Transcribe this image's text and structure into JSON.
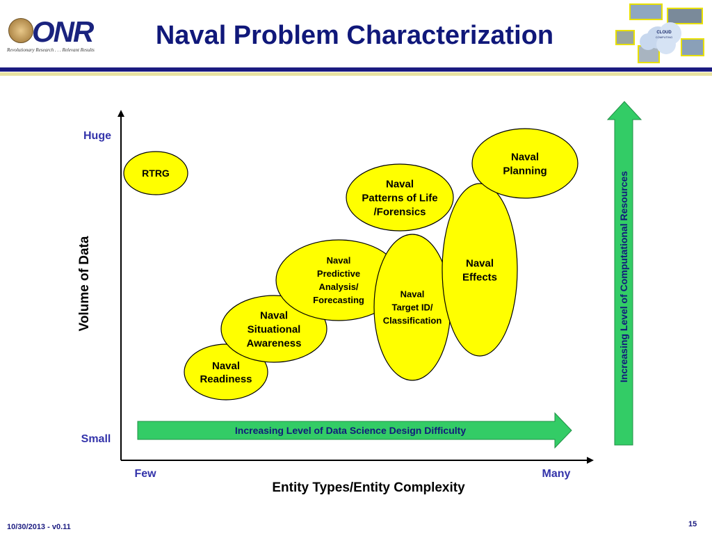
{
  "header": {
    "logo_text": "ONR",
    "logo_tagline": "Revolutionary Research . . . Relevant Results",
    "title": "Naval Problem Characterization",
    "collage_label": "CLOUD COMPUTING"
  },
  "diagram": {
    "y_axis_label": "Volume of Data",
    "y_high": "Huge",
    "y_low": "Small",
    "x_axis_label": "Entity Types/Entity Complexity",
    "x_low": "Few",
    "x_high": "Many",
    "horizontal_arrow": "Increasing Level of Data Science Design Difficulty",
    "vertical_arrow": "Increasing Level of Computational Resources",
    "bubbles": [
      {
        "id": "rtrg",
        "lines": [
          "RTRG"
        ]
      },
      {
        "id": "naval-readiness",
        "lines": [
          "Naval",
          "Readiness"
        ]
      },
      {
        "id": "naval-situational-awareness",
        "lines": [
          "Naval",
          "Situational",
          "Awareness"
        ]
      },
      {
        "id": "naval-predictive-analysis",
        "lines": [
          "Naval",
          "Predictive",
          "Analysis/",
          "Forecasting"
        ]
      },
      {
        "id": "naval-patterns-of-life",
        "lines": [
          "Naval",
          "Patterns of Life",
          "/Forensics"
        ]
      },
      {
        "id": "naval-target-id",
        "lines": [
          "Naval",
          "Target ID/",
          "Classification"
        ]
      },
      {
        "id": "naval-effects",
        "lines": [
          "Naval",
          "Effects"
        ]
      },
      {
        "id": "naval-planning",
        "lines": [
          "Naval",
          "Planning"
        ]
      }
    ]
  },
  "footer": {
    "date_version": "10/30/2013  -  v0.11",
    "page_number": "15"
  },
  "colors": {
    "title": "#10187a",
    "axis_label_blue": "#3333aa",
    "bubble_fill": "#ffff00",
    "arrow_green": "#33cc66",
    "band_navy": "#1a1a80",
    "band_tan": "#e8e2a0"
  }
}
